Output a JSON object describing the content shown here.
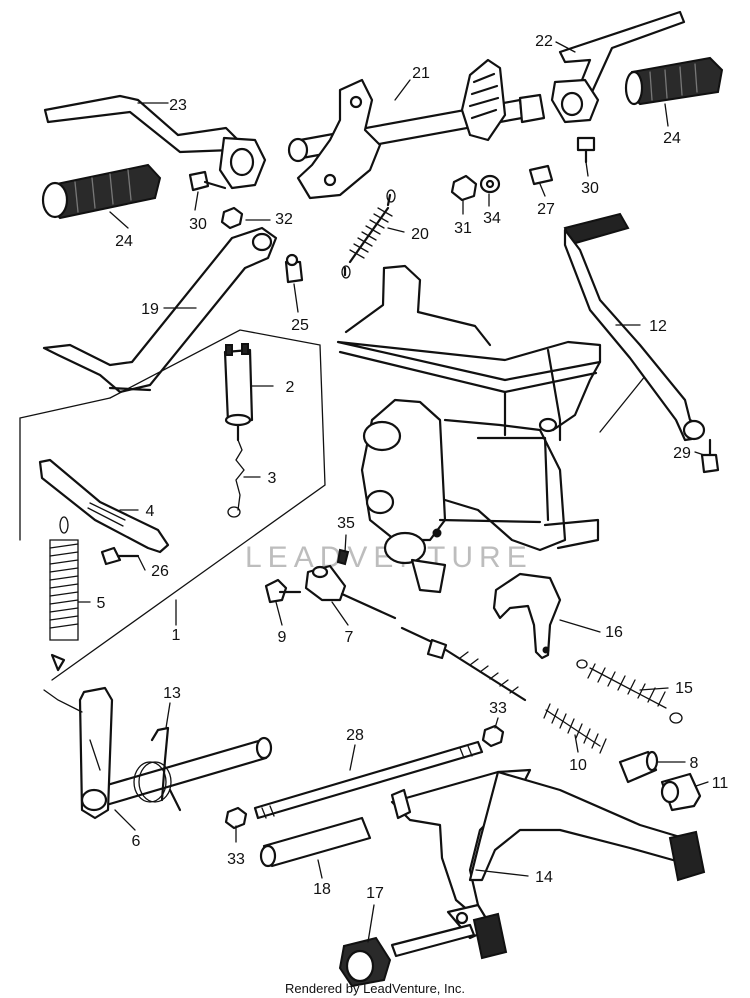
{
  "watermark": "LEADVENTURE",
  "credit": "Rendered by LeadVenture, Inc.",
  "callouts": [
    {
      "id": "c1",
      "text": "1"
    },
    {
      "id": "c2",
      "text": "2"
    },
    {
      "id": "c3",
      "text": "3"
    },
    {
      "id": "c4",
      "text": "4"
    },
    {
      "id": "c5",
      "text": "5"
    },
    {
      "id": "c6",
      "text": "6"
    },
    {
      "id": "c7",
      "text": "7"
    },
    {
      "id": "c8",
      "text": "8"
    },
    {
      "id": "c9",
      "text": "9"
    },
    {
      "id": "c10",
      "text": "10"
    },
    {
      "id": "c11",
      "text": "11"
    },
    {
      "id": "c12",
      "text": "12"
    },
    {
      "id": "c13",
      "text": "13"
    },
    {
      "id": "c14",
      "text": "14"
    },
    {
      "id": "c15",
      "text": "15"
    },
    {
      "id": "c16",
      "text": "16"
    },
    {
      "id": "c17",
      "text": "17"
    },
    {
      "id": "c18",
      "text": "18"
    },
    {
      "id": "c19",
      "text": "19"
    },
    {
      "id": "c20",
      "text": "20"
    },
    {
      "id": "c21",
      "text": "21"
    },
    {
      "id": "c22",
      "text": "22"
    },
    {
      "id": "c23",
      "text": "23"
    },
    {
      "id": "c24a",
      "text": "24"
    },
    {
      "id": "c24b",
      "text": "24"
    },
    {
      "id": "c25",
      "text": "25"
    },
    {
      "id": "c26",
      "text": "26"
    },
    {
      "id": "c27",
      "text": "27"
    },
    {
      "id": "c28",
      "text": "28"
    },
    {
      "id": "c29",
      "text": "29"
    },
    {
      "id": "c30a",
      "text": "30"
    },
    {
      "id": "c30b",
      "text": "30"
    },
    {
      "id": "c31",
      "text": "31"
    },
    {
      "id": "c32",
      "text": "32"
    },
    {
      "id": "c33a",
      "text": "33"
    },
    {
      "id": "c33b",
      "text": "33"
    },
    {
      "id": "c34",
      "text": "34"
    },
    {
      "id": "c35",
      "text": "35"
    }
  ]
}
